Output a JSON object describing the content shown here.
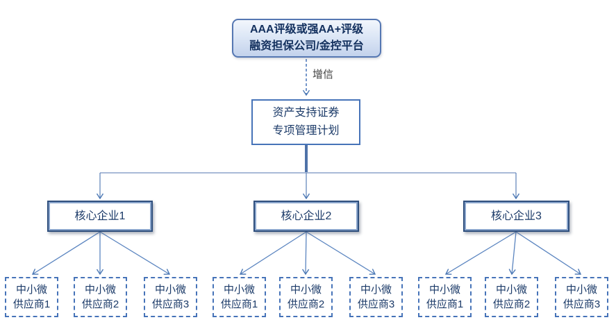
{
  "diagram": {
    "colors": {
      "line_blue": "#4A77B4",
      "dashed_arrow_blue": "#4673B8",
      "node_text_navy": "#1B3A68",
      "guarantor_text": "#13305E",
      "guarantor_fill_top": "#F2F6FC",
      "guarantor_fill_bottom": "#C3D2EC",
      "guarantor_border": "#5577B2",
      "plan_border": "#4673B8",
      "core_border": "#2F4F7D",
      "supplier_border": "#4673B8",
      "edge_label_text": "#3F3F3F"
    },
    "nodes": {
      "guarantor": {
        "lines": [
          "AAA评级或强AA+评级",
          "融资担保公司/金控平台"
        ]
      },
      "credit_enhancement_label": "增信",
      "plan": {
        "lines": [
          "资产支持证券",
          "专项管理计划"
        ]
      },
      "core_enterprises": [
        {
          "label": "核心企业1",
          "suppliers": [
            {
              "lines": [
                "中小微",
                "供应商1"
              ]
            },
            {
              "lines": [
                "中小微",
                "供应商2"
              ]
            },
            {
              "lines": [
                "中小微",
                "供应商3"
              ]
            }
          ]
        },
        {
          "label": "核心企业2",
          "suppliers": [
            {
              "lines": [
                "中小微",
                "供应商1"
              ]
            },
            {
              "lines": [
                "中小微",
                "供应商2"
              ]
            },
            {
              "lines": [
                "中小微",
                "供应商3"
              ]
            }
          ]
        },
        {
          "label": "核心企业3",
          "suppliers": [
            {
              "lines": [
                "中小微",
                "供应商1"
              ]
            },
            {
              "lines": [
                "中小微",
                "供应商2"
              ]
            },
            {
              "lines": [
                "中小微",
                "供应商3"
              ]
            }
          ]
        }
      ]
    }
  }
}
